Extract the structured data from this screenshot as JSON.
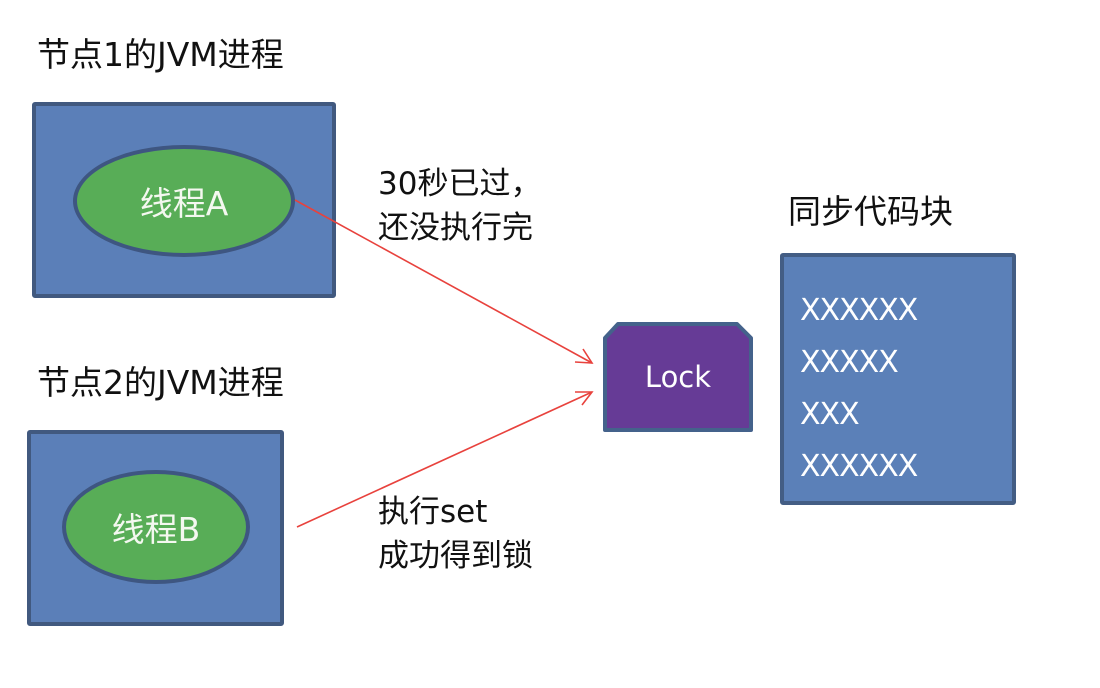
{
  "node1": {
    "title": "节点1的JVM进程",
    "thread": "线程A"
  },
  "node2": {
    "title": "节点2的JVM进程",
    "thread": "线程B"
  },
  "annotations": {
    "timeout": [
      "30秒已过，",
      "还没执行完"
    ],
    "acquire": [
      "执行set",
      "成功得到锁"
    ]
  },
  "lock": {
    "label": "Lock"
  },
  "sync_block": {
    "title": "同步代码块",
    "lines": [
      "XXXXXX",
      "XXXXX",
      "XXX",
      "XXXXXX"
    ]
  },
  "colors": {
    "process_box": "#5b7fb8",
    "thread_ellipse": "#58ad57",
    "lock": "#663b96",
    "arrow": "#e8423d"
  }
}
